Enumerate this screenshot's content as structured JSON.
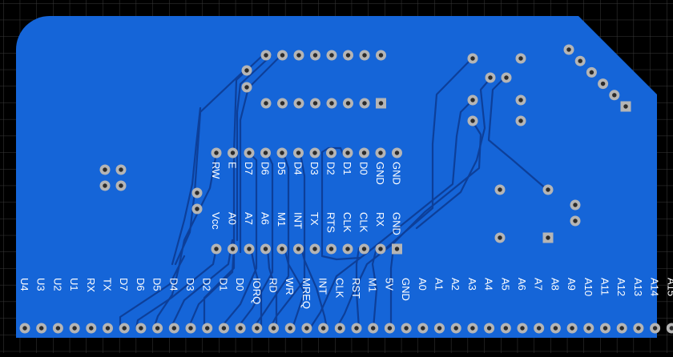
{
  "colors": {
    "background": "#000000",
    "grid": "#3a3a3a",
    "board": "#1565d8",
    "trace": "#0d3f99",
    "pad": "#b5b5b5",
    "pad_hole": "#2b2b2b",
    "silk": "#ffffff"
  },
  "upper_header_labels": [
    "RW",
    "E",
    "D7",
    "D6",
    "D5",
    "D4",
    "D3",
    "D2",
    "D1",
    "D0",
    "GND",
    "GND"
  ],
  "lower_header_labels": [
    "Vcc",
    "A0",
    "A7",
    "A6",
    "M1",
    "INT",
    "TX",
    "RTS",
    "CLK",
    "CLK",
    "RX",
    "GND"
  ],
  "edge_connector_labels": [
    "U4",
    "U3",
    "U2",
    "U1",
    "RX",
    "TX",
    "D7",
    "D6",
    "D5",
    "D4",
    "D3",
    "D2",
    "D1",
    "D0",
    "IORQ",
    "RD",
    "WR",
    "MREQ",
    "INT",
    "CLK",
    "RST",
    "M1",
    "5V",
    "GND",
    "A0",
    "A1",
    "A2",
    "A3",
    "A4",
    "A5",
    "A6",
    "A7",
    "A8",
    "A9",
    "A10",
    "A11",
    "A12",
    "A13",
    "A14",
    "A15"
  ]
}
